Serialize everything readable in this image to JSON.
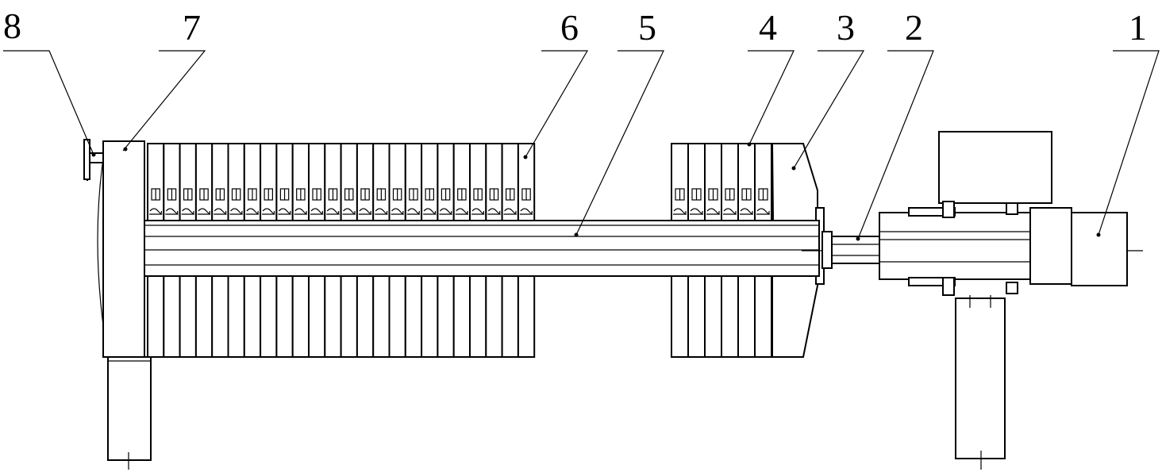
{
  "figure": {
    "labels": [
      {
        "id": "part-1",
        "text": "1"
      },
      {
        "id": "part-2",
        "text": "2"
      },
      {
        "id": "part-3",
        "text": "3"
      },
      {
        "id": "part-4",
        "text": "4"
      },
      {
        "id": "part-5",
        "text": "5"
      },
      {
        "id": "part-6",
        "text": "6"
      },
      {
        "id": "part-7",
        "text": "7"
      },
      {
        "id": "part-8",
        "text": "8"
      }
    ],
    "plates": {
      "left_pack_count": 24,
      "right_pack_count": 6
    }
  }
}
